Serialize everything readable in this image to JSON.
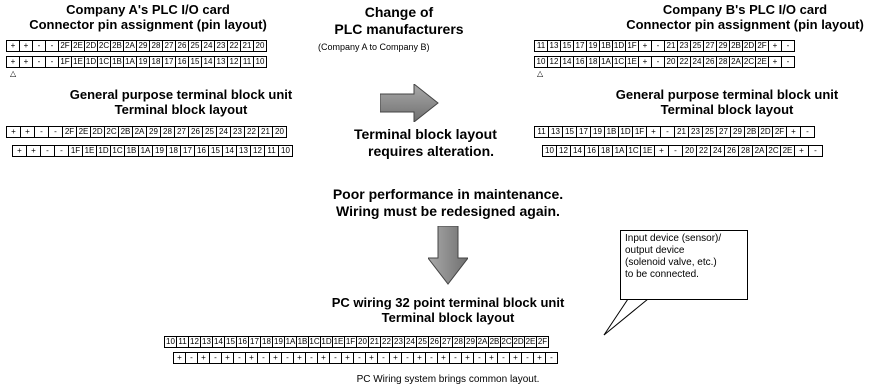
{
  "companyA": {
    "title1": "Company A's PLC I/O card",
    "title2": "Connector pin assignment (pin layout)",
    "connector_top": [
      "+",
      "+",
      "-",
      "-",
      "2F",
      "2E",
      "2D",
      "2C",
      "2B",
      "2A",
      "29",
      "28",
      "27",
      "26",
      "25",
      "24",
      "23",
      "22",
      "21",
      "20"
    ],
    "connector_bottom": [
      "+",
      "+",
      "-",
      "-",
      "1F",
      "1E",
      "1D",
      "1C",
      "1B",
      "1A",
      "19",
      "18",
      "17",
      "16",
      "15",
      "14",
      "13",
      "12",
      "11",
      "10"
    ],
    "tb_title1": "General purpose terminal block unit",
    "tb_title2": "Terminal block layout",
    "tb_top": [
      "+",
      "+",
      "-",
      "-",
      "2F",
      "2E",
      "2D",
      "2C",
      "2B",
      "2A",
      "29",
      "28",
      "27",
      "26",
      "25",
      "24",
      "23",
      "22",
      "21",
      "20"
    ],
    "tb_bottom": [
      "+",
      "+",
      "-",
      "-",
      "1F",
      "1E",
      "1D",
      "1C",
      "1B",
      "1A",
      "19",
      "18",
      "17",
      "16",
      "15",
      "14",
      "13",
      "12",
      "11",
      "10"
    ]
  },
  "companyB": {
    "title1": "Company B's PLC I/O card",
    "title2": "Connector pin assignment (pin layout)",
    "connector_top": [
      "11",
      "13",
      "15",
      "17",
      "19",
      "1B",
      "1D",
      "1F",
      "+",
      "-",
      "21",
      "23",
      "25",
      "27",
      "29",
      "2B",
      "2D",
      "2F",
      "+",
      "-"
    ],
    "connector_bottom": [
      "10",
      "12",
      "14",
      "16",
      "18",
      "1A",
      "1C",
      "1E",
      "+",
      "-",
      "20",
      "22",
      "24",
      "26",
      "28",
      "2A",
      "2C",
      "2E",
      "+",
      "-"
    ],
    "tb_title1": "General purpose terminal block unit",
    "tb_title2": "Terminal block layout",
    "tb_top": [
      "11",
      "13",
      "15",
      "17",
      "19",
      "1B",
      "1D",
      "1F",
      "+",
      "-",
      "21",
      "23",
      "25",
      "27",
      "29",
      "2B",
      "2D",
      "2F",
      "+",
      "-"
    ],
    "tb_bottom": [
      "10",
      "12",
      "14",
      "16",
      "18",
      "1A",
      "1C",
      "1E",
      "+",
      "-",
      "20",
      "22",
      "24",
      "26",
      "28",
      "2A",
      "2C",
      "2E",
      "+",
      "-"
    ]
  },
  "middle": {
    "change1": "Change of",
    "change2": "PLC manufacturers",
    "change_note": "(Company A to Company B)",
    "alter1": "Terminal block layout",
    "alter2": "requires alteration."
  },
  "maintenance": {
    "line1": "Poor performance in maintenance.",
    "line2": "Wiring must be redesigned again."
  },
  "callout": {
    "line1": "Input device (sensor)/",
    "line2": "output device",
    "line3": "(solenoid valve, etc.)",
    "line4": "to be connected."
  },
  "pcwiring": {
    "title1": "PC wiring 32 point terminal block unit",
    "title2": "Terminal block layout",
    "top": [
      "10",
      "11",
      "12",
      "13",
      "14",
      "15",
      "16",
      "17",
      "18",
      "19",
      "1A",
      "1B",
      "1C",
      "1D",
      "1E",
      "1F",
      "20",
      "21",
      "22",
      "23",
      "24",
      "25",
      "26",
      "27",
      "28",
      "29",
      "2A",
      "2B",
      "2C",
      "2D",
      "2E",
      "2F"
    ],
    "bottom": [
      "+",
      "-",
      "+",
      "-",
      "+",
      "-",
      "+",
      "-",
      "+",
      "-",
      "+",
      "-",
      "+",
      "-",
      "+",
      "-",
      "+",
      "-",
      "+",
      "-",
      "+",
      "-",
      "+",
      "-",
      "+",
      "-",
      "+",
      "-",
      "+",
      "-",
      "+",
      "-"
    ],
    "caption": "PC Wiring system brings common layout."
  }
}
